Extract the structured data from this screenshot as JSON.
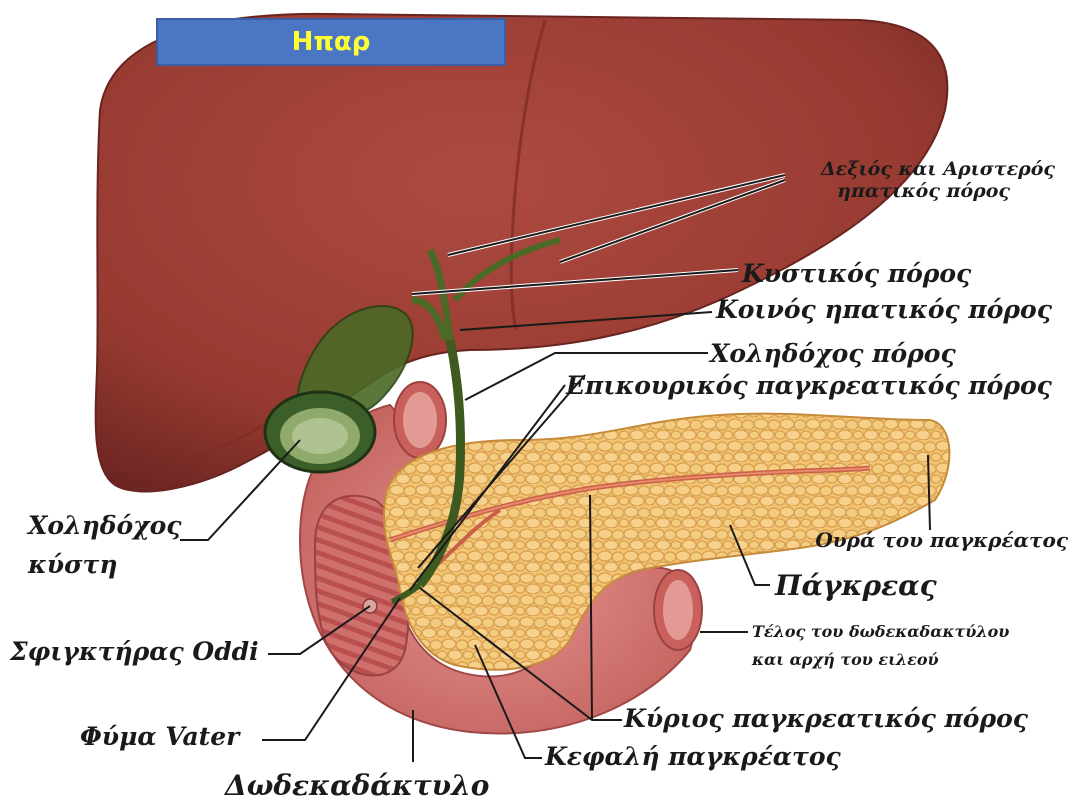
{
  "title": {
    "text": "Ηπαρ",
    "bg": "#4a76c4",
    "color": "#ffff33"
  },
  "colors": {
    "liver": "#9c3a32",
    "liver_dark": "#7a2a25",
    "pancreas": "#f2c474",
    "pancreas_dark": "#d89e48",
    "duodenum": "#d97a78",
    "duodenum_dark": "#b95a5a",
    "bile": "#3e5a1e",
    "gallbladder": "#3c5f2a"
  },
  "labels": {
    "hepatic_ducts_1": "Δεξιός και Αριστερός",
    "hepatic_ducts_2": "ηπατικός πόρος",
    "cystic_duct": "Κυστικός πόρος",
    "common_hepatic": "Κοινός ηπατικός πόρος",
    "common_bile": "Χοληδόχος πόρος",
    "accessory_pancreatic": "Επικουρικός παγκρεατικός πόρος",
    "gallbladder_1": "Χοληδόχος",
    "gallbladder_2": "κύστη",
    "tail": "Ουρά του παγκρέατος",
    "pancreas": "Πάγκρεας",
    "end_duodenum_1": "Τέλος του δωδεκαδακτύλου",
    "end_duodenum_2": "και αρχή του ειλεού",
    "oddi": "Σφιγκτήρας Oddi",
    "vater": "Φύμα Vater",
    "main_pancreatic": "Κύριος παγκρεατικός πόρος",
    "head": "Κεφαλή παγκρέατος",
    "duodenum": "Δωδεκαδάκτυλο"
  }
}
